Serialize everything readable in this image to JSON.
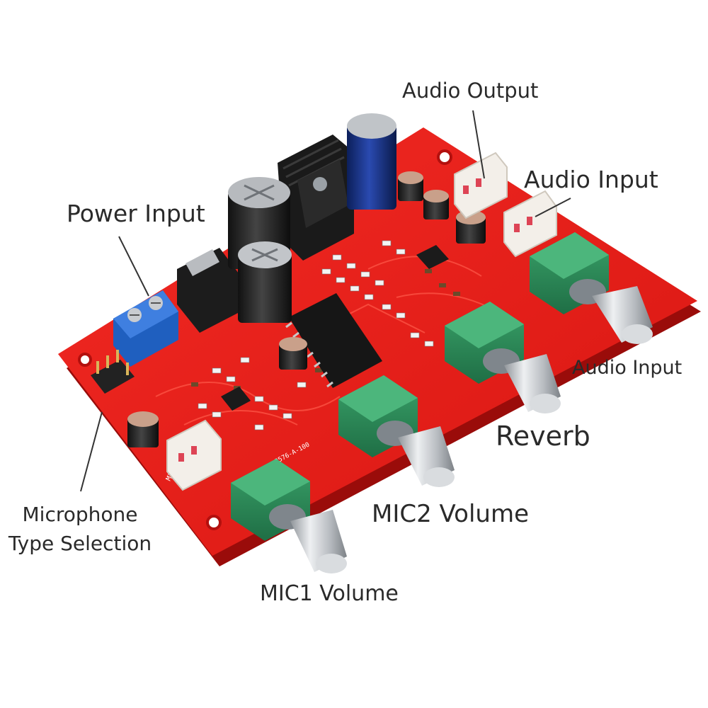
{
  "image": {
    "subject": "Red audio microphone reverb preamplifier PCB module with four rotary potentiometers, screw terminal, capacitors and JST connectors",
    "background": "#ffffff",
    "colors": {
      "pcb": "#e8201c",
      "pcb_dark": "#b3100e",
      "pot_body": "#2e8b57",
      "knob_metal": "#c9ccd0",
      "terminal_blue": "#1f5fbf",
      "connector_white": "#f3efe9",
      "capacitor_black": "#222222",
      "heatsink": "#1a1a1a",
      "label_text": "#2a2a2a"
    }
  },
  "labels": {
    "audio_output": "Audio Output",
    "audio_input_top": "Audio Input",
    "power_input": "Power Input",
    "audio_input_right": "Audio Input",
    "reverb": "Reverb",
    "mic_type_line1": "Microphone",
    "mic_type_line2": "Type Selection",
    "mic2_volume": "MIC2 Volume",
    "mic1_volume": "MIC1 Volume"
  }
}
